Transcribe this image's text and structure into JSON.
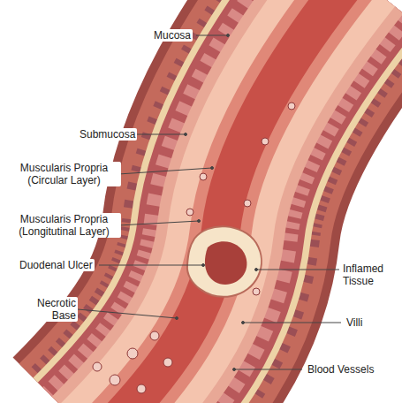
{
  "diagram": {
    "labels": [
      "Mucosa",
      "Submucosa",
      "Muscularis Propria (Circular Layer)",
      "Muscularis Propria (Longitutinal Layer)",
      "Duodenal Ulcer",
      "Inflamed Tissue",
      "Necrotic Base",
      "Villi",
      "Blood Vessels"
    ]
  }
}
